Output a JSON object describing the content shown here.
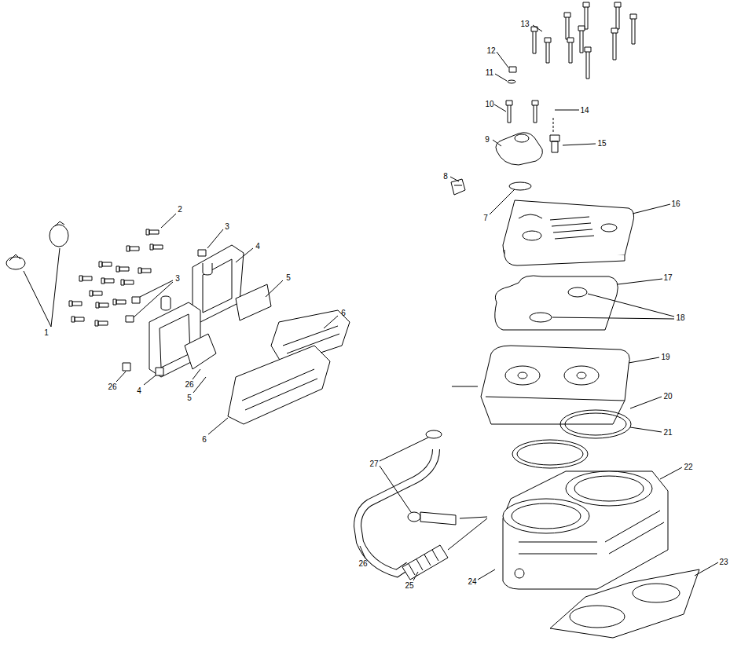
{
  "diagram": {
    "labels": [
      "13",
      "12",
      "11",
      "10",
      "14",
      "9",
      "15",
      "8",
      "16",
      "2",
      "7",
      "3",
      "4",
      "17",
      "3",
      "5",
      "6",
      "18",
      "1",
      "19",
      "26",
      "4",
      "26",
      "5",
      "20",
      "21",
      "6",
      "27",
      "22",
      "26",
      "23",
      "24",
      "25"
    ]
  }
}
